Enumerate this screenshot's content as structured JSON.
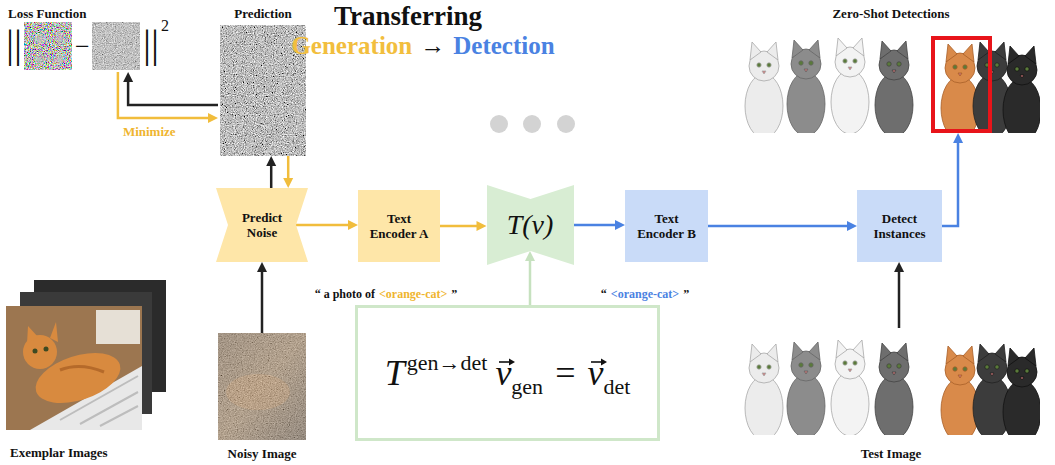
{
  "diagram": {
    "title": "Transferring",
    "nodes": [
      {
        "text": [
          "Loss Function",
          "||",
          "−",
          "||",
          "2"
        ]
      },
      {
        "text": [
          "Prediction"
        ]
      },
      {
        "text": [
          "Zero-Shot Detections"
        ]
      },
      {
        "text": [
          "Predict Noise"
        ]
      },
      {
        "text": [
          "Text Encoder A"
        ]
      },
      {
        "text": [
          "T(v)"
        ]
      },
      {
        "text": [
          "Text Encoder B"
        ]
      },
      {
        "text": [
          "Detect Instances"
        ]
      },
      {
        "text": [
          "Exemplar Images"
        ]
      },
      {
        "text": [
          "Noisy Image"
        ]
      },
      {
        "text": [
          "T",
          "gen→det",
          "v",
          "gen",
          "=",
          "v",
          "det"
        ]
      },
      {
        "text": [
          "Test Image"
        ]
      }
    ],
    "edges": [
      {
        "from": 1,
        "to": 0,
        "arrow": "to"
      },
      {
        "from": 0,
        "to": 1,
        "label": "Minimize",
        "arrow": "to"
      },
      {
        "from": 3,
        "to": 1,
        "arrow": "to"
      },
      {
        "from": 1,
        "to": 3,
        "arrow": "to"
      },
      {
        "from": 9,
        "to": 3,
        "arrow": "to"
      },
      {
        "from": 3,
        "to": 4,
        "arrow": "to"
      },
      {
        "from": 4,
        "to": 5,
        "arrow": "to"
      },
      {
        "from": 5,
        "to": 6,
        "arrow": "to"
      },
      {
        "from": 6,
        "to": 7,
        "arrow": "to"
      },
      {
        "from": 7,
        "to": 2,
        "arrow": "to"
      },
      {
        "from": 11,
        "to": 7,
        "arrow": "to"
      },
      {
        "from": 10,
        "to": 5,
        "arrow": "to"
      }
    ],
    "labels": [
      "Generation",
      "→",
      "Detection",
      "“ a photo of",
      "<orange-cat>",
      "”",
      "“",
      "<orange-cat>",
      "”"
    ]
  }
}
